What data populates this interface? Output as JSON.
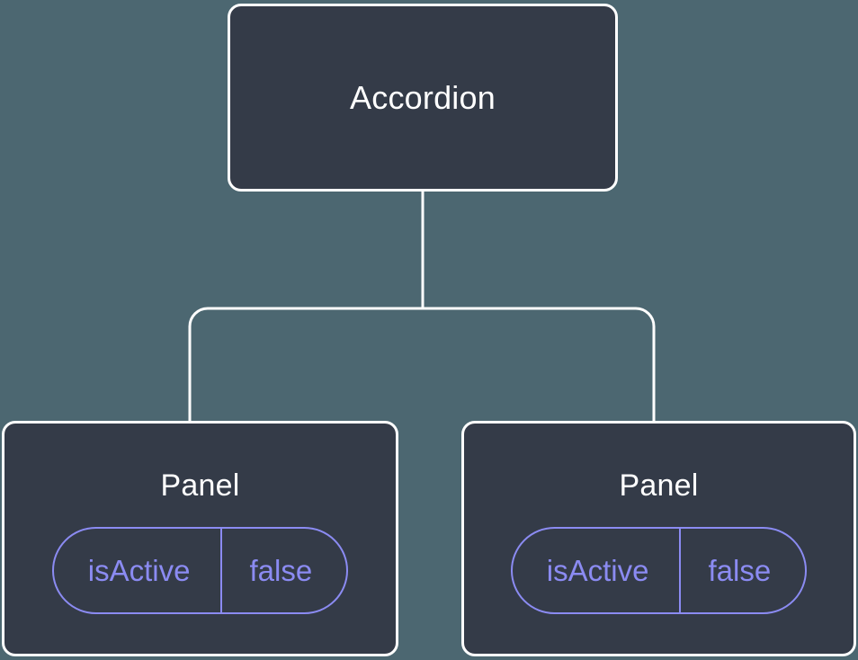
{
  "diagram": {
    "type": "component-tree",
    "background_color": "#4c6771",
    "node_fill_color": "#343b48",
    "node_border_color": "#ffffff",
    "edge_color": "#ffffff",
    "prop_accent_color": "#8b8bf2",
    "root": {
      "label": "Accordion"
    },
    "children": [
      {
        "label": "Panel",
        "props": [
          {
            "key": "isActive",
            "value": "false"
          }
        ]
      },
      {
        "label": "Panel",
        "props": [
          {
            "key": "isActive",
            "value": "false"
          }
        ]
      }
    ]
  }
}
